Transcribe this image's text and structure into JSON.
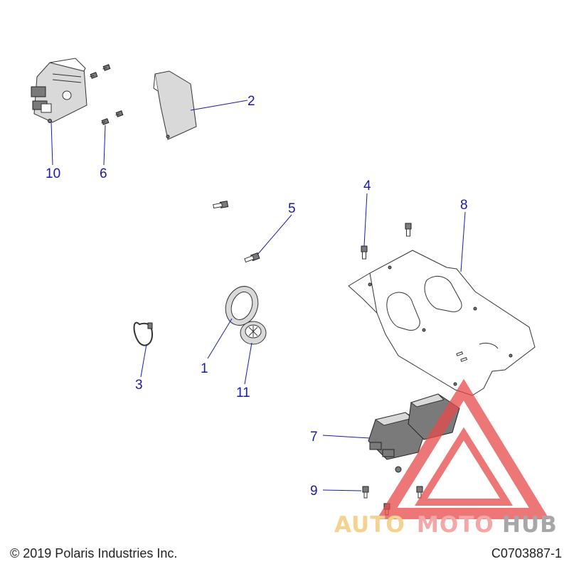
{
  "callouts": [
    {
      "id": "1",
      "label": "1"
    },
    {
      "id": "2",
      "label": "2"
    },
    {
      "id": "3",
      "label": "3"
    },
    {
      "id": "4",
      "label": "4"
    },
    {
      "id": "5",
      "label": "5"
    },
    {
      "id": "6",
      "label": "6"
    },
    {
      "id": "7",
      "label": "7"
    },
    {
      "id": "8",
      "label": "8"
    },
    {
      "id": "9",
      "label": "9"
    },
    {
      "id": "10",
      "label": "10"
    },
    {
      "id": "11",
      "label": "11"
    }
  ],
  "footer": {
    "copyright": "© 2019 Polaris Industries Inc.",
    "diagram_code": "C0703887-1"
  },
  "watermark": {
    "text_part1": "AUTO",
    "text_part2": "MOTO",
    "text_part3": "HUB",
    "colors": {
      "auto": "#f2c46a",
      "moto": "#f08a8a",
      "hub": "#8a8a8a",
      "triangle": "#e84a4a"
    }
  },
  "colors": {
    "callout": "#1a1aa8",
    "line_art": "#333333"
  }
}
